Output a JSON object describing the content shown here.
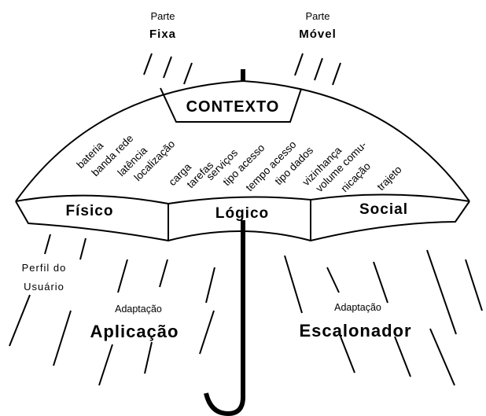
{
  "top_labels": {
    "fixed": {
      "line1": "Parte",
      "line2": "Fixa"
    },
    "mobile": {
      "line1": "Parte",
      "line2": "Móvel"
    }
  },
  "context_title": "CONTEXTO",
  "context_items": [
    "bateria",
    "banda rede",
    "latência",
    "localização",
    "carga",
    "tarefas",
    "serviços",
    "tipo acesso",
    "tempo acesso",
    "tipo dados",
    "vizinhança",
    "volume comu-",
    "nicação",
    "trajeto"
  ],
  "band_labels": {
    "left": "Físico",
    "center": "Lógico",
    "right": "Social"
  },
  "user_profile": {
    "line1": "Perfil do",
    "line2": "Usuário"
  },
  "application": {
    "small": "Adaptação",
    "big": "Aplicação"
  },
  "scheduler": {
    "small": "Adaptação",
    "big": "Escalonador"
  }
}
